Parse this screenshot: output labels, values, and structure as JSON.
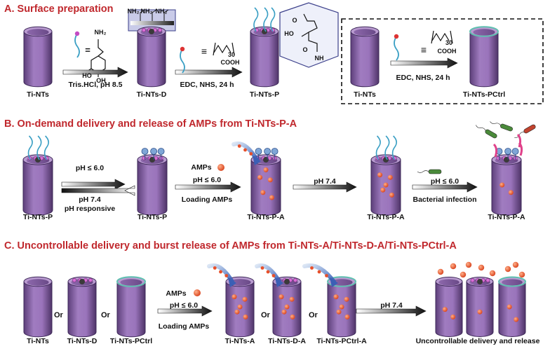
{
  "sections": {
    "a": "A. Surface preparation",
    "b": "B. On-demand delivery and release of AMPs from Ti-NTs-P-A",
    "c": "C. Uncontrollable delivery and burst release of AMPs from Ti-NTs-A/Ti-NTs-D-A/Ti-NTs-PCtrl-A"
  },
  "labels": {
    "a1": "Ti-NTs",
    "a2": "Ti-NTs-D",
    "a3": "Ti-NTs-P",
    "a4": "Ti-NTs",
    "a5": "Ti-NTs-PCtrl",
    "b1": "Ti-NTs-P",
    "b2": "Ti-NTs-P",
    "b3": "Ti-NTs-P-A",
    "b4": "Ti-NTs-P-A",
    "b5": "Ti-NTs-P-A",
    "c1": "Ti-NTs",
    "c2": "Ti-NTs-D",
    "c3": "Ti-NTs-PCtrl",
    "c4": "Ti-NTs-A",
    "c5": "Ti-NTs-D-A",
    "c6": "Ti-NTs-PCtrl-A",
    "c7": "Uncontrollable delivery and release"
  },
  "conditions": {
    "a_arrow1": "Tris.HCl, pH 8.5",
    "a_arrow2": "EDC, NHS, 24 h",
    "a_arrow3": "EDC, NHS, 24 h",
    "b_arrow1_top": "pH ≤ 6.0",
    "b_arrow1_bottom": "pH 7.4",
    "b_arrow1_note": "pH responsive",
    "b_amps": "AMPs",
    "b_arrow2_top": "pH ≤ 6.0",
    "b_arrow2_bottom": "Loading AMPs",
    "b_arrow3": "pH 7.4",
    "b_arrow4_top": "pH ≤ 6.0",
    "b_arrow4_bottom": "Bacterial infection",
    "c_amps": "AMPs",
    "c_arrow1_top": "pH ≤ 6.0",
    "c_arrow1_bottom": "Loading AMPs",
    "c_arrow2": "pH 7.4",
    "or": "Or"
  },
  "chem": {
    "nh2": "NH₂",
    "equals": "=",
    "equiv": "≡",
    "cooh": "COOH",
    "n30": "30",
    "ho": "HO",
    "oh": "OH",
    "o": "O",
    "nh": "NH"
  },
  "colors": {
    "section_title": "#c0282d",
    "tube_body": "#7e5a9c",
    "tube_top": "#b99bd0",
    "amp": "#e8502a",
    "pdop_chain": "#3a9fc4",
    "drug_blue": "#4c7fc9",
    "bacteria_green": "#4a8a3a",
    "bacteria_red": "#c2432e"
  }
}
